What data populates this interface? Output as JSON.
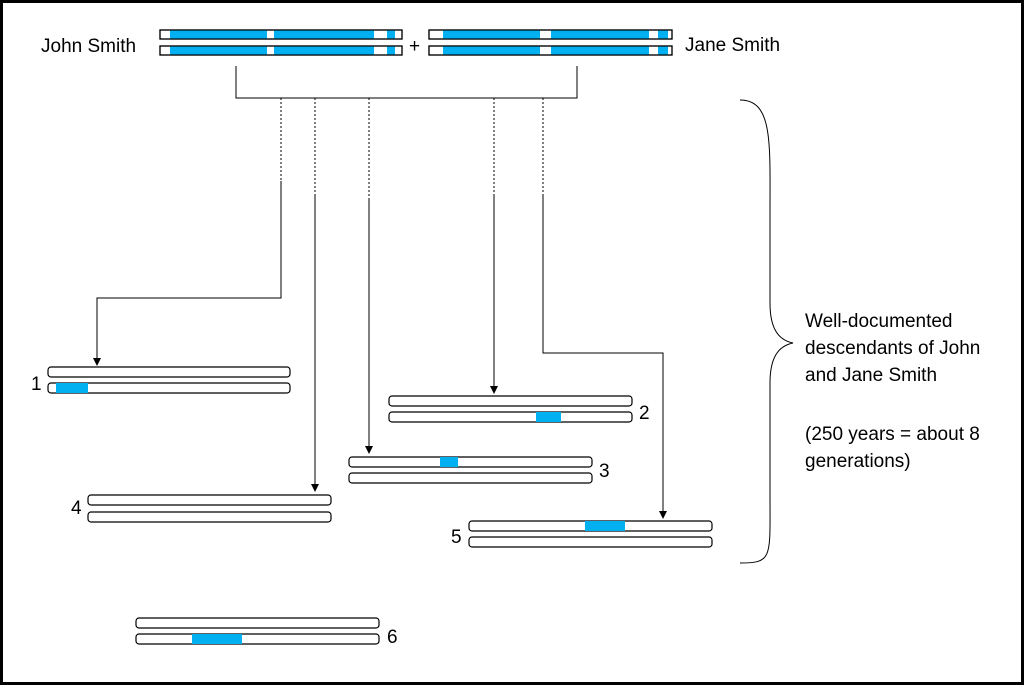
{
  "parents": {
    "father": "John Smith",
    "plus": "+",
    "mother": "Jane Smith"
  },
  "descendant_labels": [
    "1",
    "2",
    "3",
    "4",
    "5",
    "6"
  ],
  "brace_note": {
    "line1": "Well-documented",
    "line2": "descendants of John",
    "line3": "and Jane Smith",
    "line4": "(250 years =  about 8",
    "line5": "generations)"
  },
  "colors": {
    "segment": "#00b0f0",
    "outline": "#000000",
    "background": "#ffffff"
  }
}
